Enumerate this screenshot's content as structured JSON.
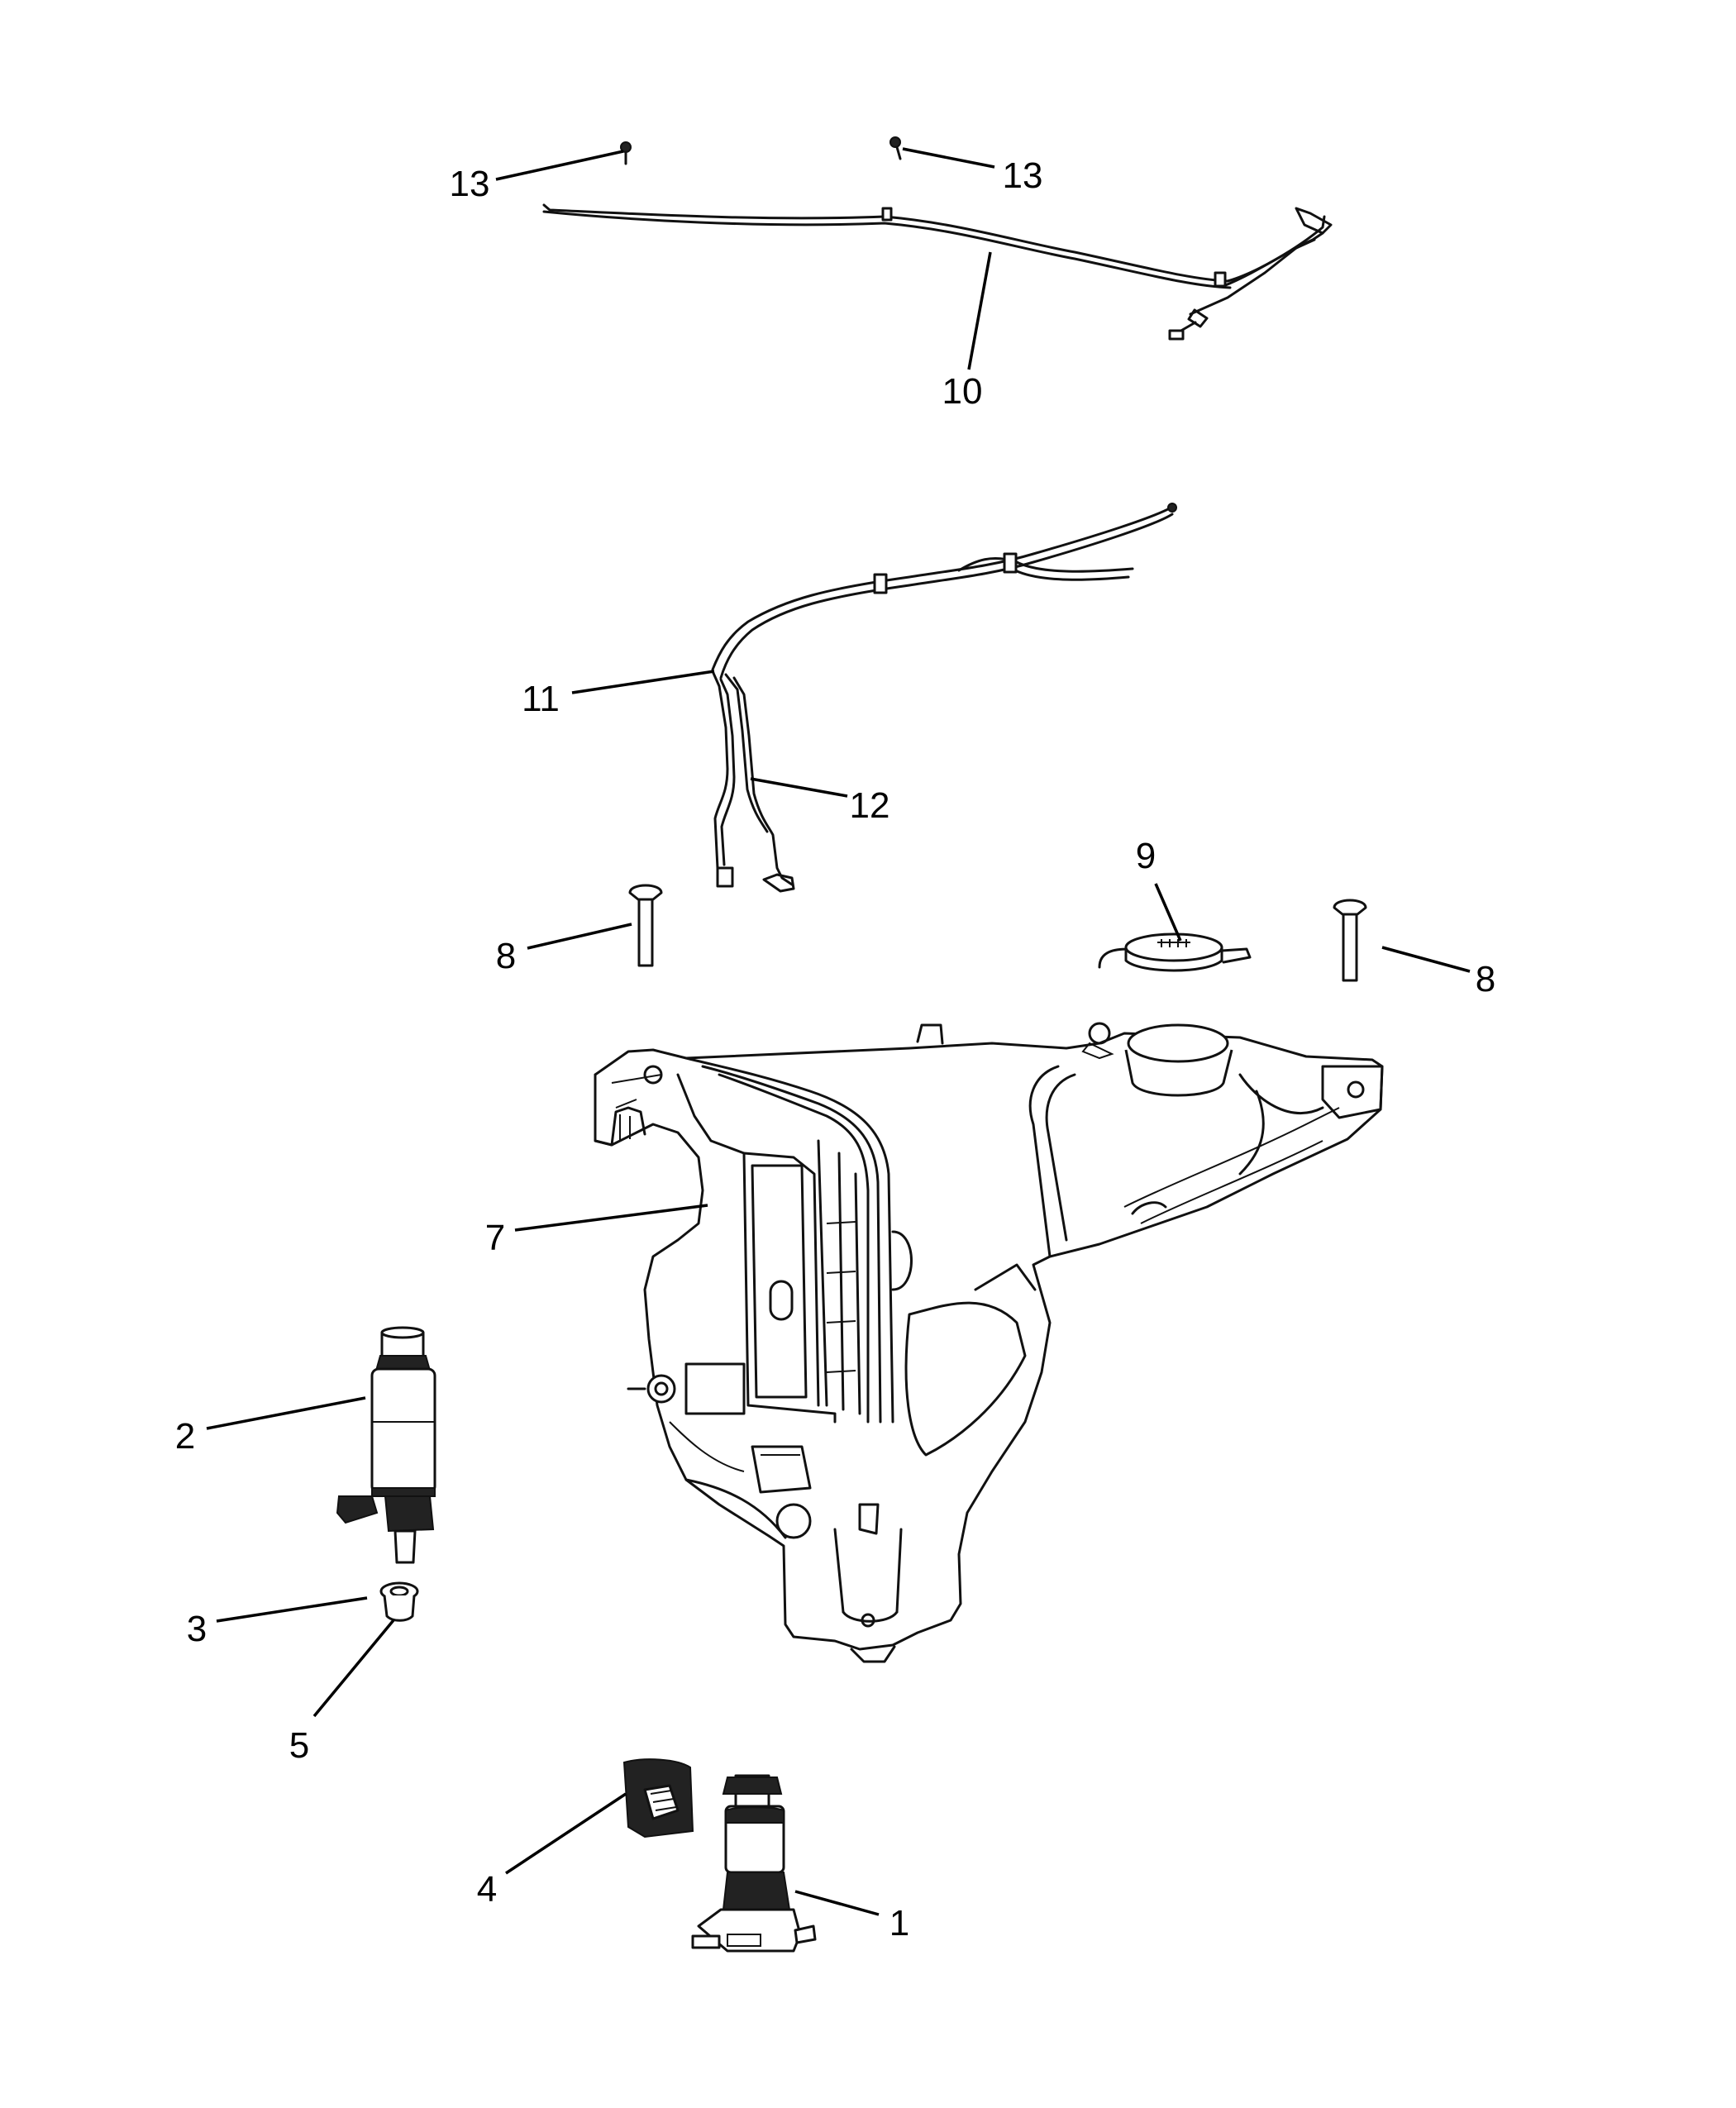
{
  "callouts": {
    "c1": "1",
    "c2": "2",
    "c3": "3",
    "c4": "4",
    "c5": "5",
    "c7": "7",
    "c8a": "8",
    "c8b": "8",
    "c9": "9",
    "c10": "10",
    "c11": "11",
    "c12": "12",
    "c13a": "13",
    "c13b": "13"
  }
}
